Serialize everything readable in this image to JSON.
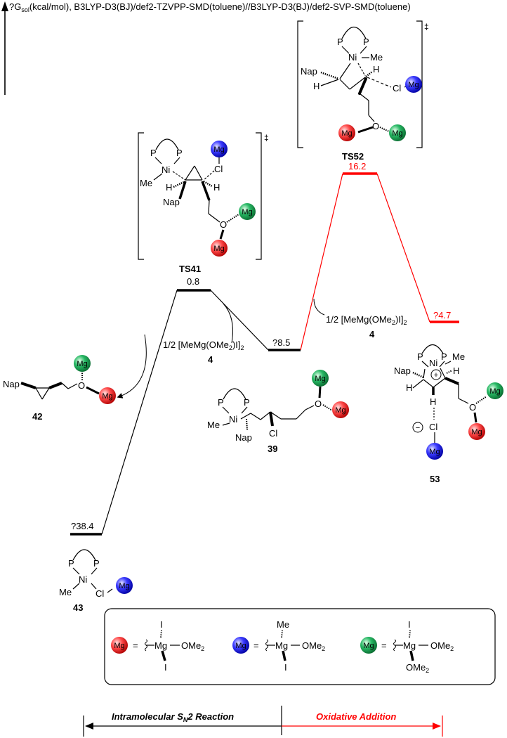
{
  "header": {
    "axis_label_prefix": "?G",
    "axis_label_sub": "sol",
    "axis_label_rest": "(kcal/mol), B3LYP-D3(BJ)/def2-TZVPP-SMD(toluene)//B3LYP-D3(BJ)/def2-SVP-SMD(toluene)"
  },
  "colors": {
    "sn2_path": "#000000",
    "oxadd_path": "#ff0000",
    "mg_red": "#ff2a2a",
    "mg_blue": "#2a2aff",
    "mg_green": "#1fa85a"
  },
  "states": {
    "ts41": {
      "label": "TS41",
      "energy": "0.8"
    },
    "ts52": {
      "label": "TS52",
      "energy": "16.2"
    },
    "int39": {
      "label": "39",
      "energy": "?8.5"
    },
    "int53": {
      "label": "53",
      "energy": "?4.7"
    },
    "prod43": {
      "label": "43",
      "energy": "?38.4"
    },
    "prod42": {
      "label": "42"
    }
  },
  "reagents": {
    "left": {
      "prefix": "1/2 [MeMg(OMe",
      "sub1": "2",
      "mid": ")I]",
      "sub2": "2",
      "number": "4"
    },
    "right": {
      "prefix": "1/2 [MeMg(OMe",
      "sub1": "2",
      "mid": ")I]",
      "sub2": "2",
      "number": "4"
    }
  },
  "atoms": {
    "P": "P",
    "Ni": "Ni",
    "Me": "Me",
    "Nap": "Nap",
    "H": "H",
    "Cl": "Cl",
    "O": "O",
    "Mg": "Mg",
    "I": "I",
    "OMe2": "OMe",
    "sub2": "2",
    "plus": "+",
    "minus": "−",
    "ddagger": "‡",
    "equals": "=",
    "wavy": "ξ"
  },
  "legend": {
    "red": {
      "ball": "Mg",
      "top": "I",
      "right_prefix": "OMe",
      "right_sub": "2",
      "bottom": "I"
    },
    "blue": {
      "ball": "Mg",
      "top": "Me",
      "right_prefix": "OMe",
      "right_sub": "2",
      "bottom": "I"
    },
    "green": {
      "ball": "Mg",
      "top": "I",
      "right_prefix": "OMe",
      "right_sub": "2",
      "bottom_prefix": "OMe",
      "bottom_sub": "2"
    }
  },
  "footer": {
    "left_label": "Intramolecular S",
    "left_sub": "N",
    "left_tail": "2 Reaction",
    "right_label": "Oxidative Addition"
  }
}
